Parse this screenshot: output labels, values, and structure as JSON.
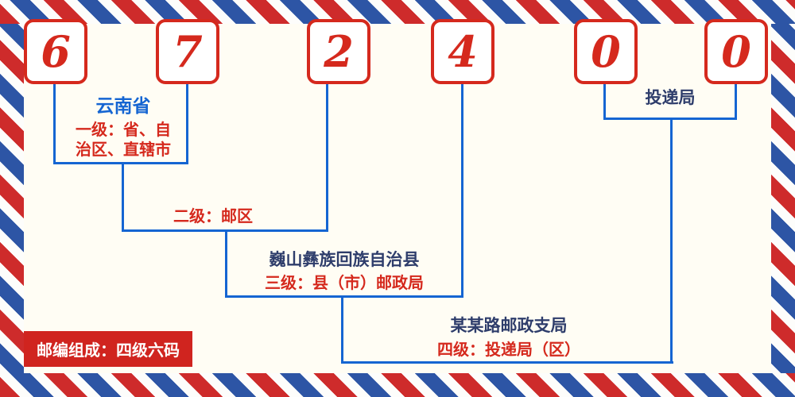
{
  "colors": {
    "red": "#d5291d",
    "blue": "#1565d2",
    "navy": "#2e3d6b",
    "badge-bg": "#d0241f",
    "badge-text": "#ffffff",
    "paper": "#fffdf4"
  },
  "postal_code": {
    "digits": [
      "6",
      "7",
      "2",
      "4",
      "0",
      "0"
    ]
  },
  "annotations": {
    "level1": {
      "region": "云南省",
      "desc_line1": "一级：省、自",
      "desc_line2": "治区、直辖市"
    },
    "level2": {
      "desc": "二级：邮区"
    },
    "level3": {
      "name": "巍山彝族回族自治县",
      "desc": "三级：县（市）邮政局"
    },
    "level4": {
      "name": "某某路邮政支局",
      "desc": "四级：投递局（区）"
    },
    "delivery": {
      "label": "投递局"
    },
    "footer": {
      "badge": "邮编组成：四级六码"
    }
  }
}
